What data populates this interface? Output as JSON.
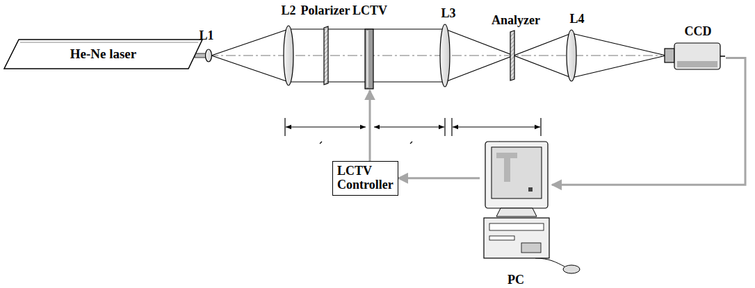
{
  "diagram": {
    "nodes": [
      {
        "text": [
          "He-Ne laser"
        ]
      },
      {
        "text": [
          "LCTV"
        ]
      },
      {
        "text": [
          "CCD"
        ]
      },
      {
        "text": [
          "LCTV Controller"
        ]
      },
      {
        "text": [
          "PC"
        ]
      }
    ],
    "edges": [
      {
        "from": 2,
        "to": 4,
        "arrow": "to"
      },
      {
        "from": 4,
        "to": 3,
        "arrow": "to"
      },
      {
        "from": 3,
        "to": 1,
        "arrow": "to"
      }
    ],
    "labels": [
      "L1",
      "L2",
      "Polarizer",
      "L3",
      "Analyzer",
      "L4"
    ]
  }
}
